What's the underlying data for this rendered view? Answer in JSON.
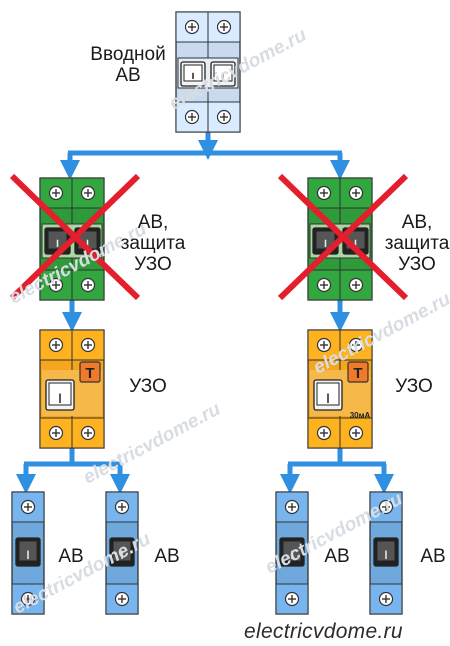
{
  "labels": {
    "main_breaker": "Вводной\nАВ",
    "left_ab_rcd": "АВ,\nзащита\nУЗО",
    "right_ab_rcd": "АВ,\nзащита\nУЗО",
    "left_rcd": "УЗО",
    "right_rcd": "УЗО",
    "rcd_test": "Т",
    "rcd_rating": "30мА",
    "breaker_1": "АВ",
    "breaker_2": "АВ",
    "breaker_3": "АВ",
    "breaker_4": "АВ"
  },
  "watermark": "electricvdome.ru",
  "colors": {
    "main_breaker": "#c9daf0",
    "ab_rcd": "#2e9a3a",
    "rcd": "#f5a51e",
    "breaker": "#6fa8dc",
    "wire": "#2f8fe0",
    "cross": "#e31e2d"
  }
}
